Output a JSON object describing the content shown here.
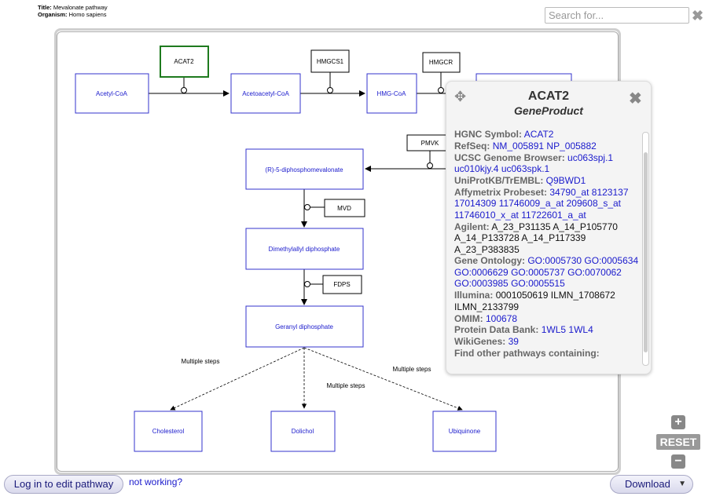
{
  "meta": {
    "title_label": "Title:",
    "title": "Mevalonate pathway",
    "organism_label": "Organism:",
    "organism": "Homo sapiens"
  },
  "search": {
    "placeholder": "Search for...",
    "close": "✖"
  },
  "pathway": {
    "metabolites": {
      "acetyl_coa": "Acetyl-CoA",
      "acetoacetyl_coa": "Acetoacetyl-CoA",
      "hmg_coa": "HMG-CoA",
      "diphosphomevalonate": "(R)-5-diphosphomevalonate",
      "dimethylallyl": "Dimethylallyl diphosphate",
      "geranyl": "Geranyl diphosphate",
      "cholesterol": "Cholesterol",
      "dolichol": "Dolichol",
      "ubiquinone": "Ubiquinone"
    },
    "enzymes": {
      "acat2": "ACAT2",
      "hmgcs1": "HMGCS1",
      "hmgcr": "HMGCR",
      "pmvk": "PMVK",
      "mvd": "MVD",
      "fdps": "FDPS"
    },
    "labels": {
      "steps_left": "Multiple steps",
      "steps_mid": "Multiple steps",
      "steps_right": "Multiple steps"
    }
  },
  "popup": {
    "title": "ACAT2",
    "subtitle": "GeneProduct",
    "move_icon": "✥",
    "close_icon": "✖",
    "rows": [
      {
        "key": "HGNC Symbol:",
        "links": [
          "ACAT2"
        ]
      },
      {
        "key": "RefSeq:",
        "links": [
          "NM_005891",
          "NP_005882"
        ]
      },
      {
        "key": "UCSC Genome Browser:",
        "links": [
          "uc063spj.1",
          "uc010kjy.4",
          "uc063spk.1"
        ]
      },
      {
        "key": "UniProtKB/TrEMBL:",
        "links": [
          "Q9BWD1"
        ]
      },
      {
        "key": "Affymetrix Probeset:",
        "links": [
          "34790_at",
          "8123137",
          "17014309",
          "11746009_a_at",
          "209608_s_at",
          "11746010_x_at",
          "11722601_a_at"
        ]
      },
      {
        "key": "Agilent:",
        "text": [
          "A_23_P31135",
          "A_14_P105770",
          "A_14_P133728",
          "A_14_P117339",
          "A_23_P383835"
        ]
      },
      {
        "key": "Gene Ontology:",
        "links": [
          "GO:0005730",
          "GO:0005634",
          "GO:0006629",
          "GO:0005737",
          "GO:0070062",
          "GO:0003985",
          "GO:0005515"
        ]
      },
      {
        "key": "Illumina:",
        "text": [
          "0001050619",
          "ILMN_1708672",
          "ILMN_2133799"
        ]
      },
      {
        "key": "OMIM:",
        "links": [
          "100678"
        ]
      },
      {
        "key": "Protein Data Bank:",
        "links": [
          "1WL5",
          "1WL4"
        ]
      },
      {
        "key": "WikiGenes:",
        "links": [
          "39"
        ]
      },
      {
        "key": "Find other pathways containing:"
      }
    ]
  },
  "controls": {
    "zoom_in": "+",
    "reset": "RESET",
    "zoom_out": "−"
  },
  "footer": {
    "login": "Log in to edit pathway",
    "not_working": "not working?",
    "download": "Download",
    "download_caret": "▼"
  }
}
